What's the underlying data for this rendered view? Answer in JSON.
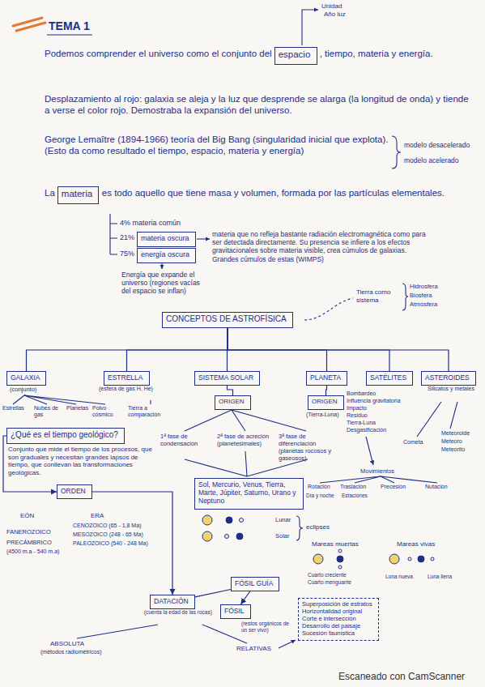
{
  "diagram": {
    "title": "TEMA 1",
    "nodes": [
      {
        "text": [
          "espacio"
        ]
      },
      {
        "text": [
          "materia"
        ]
      },
      {
        "text": [
          "materia oscura"
        ]
      },
      {
        "text": [
          "energía oscura"
        ]
      },
      {
        "text": [
          "CONCEPTOS DE ASTROFÍSICA"
        ]
      },
      {
        "text": [
          "GALAXIA"
        ]
      },
      {
        "text": [
          "ESTRELLA"
        ]
      },
      {
        "text": [
          "SISTEMA SOLAR"
        ]
      },
      {
        "text": [
          "PLANETA"
        ]
      },
      {
        "text": [
          "SATÉLITES"
        ]
      },
      {
        "text": [
          "ASTEROIDES"
        ]
      },
      {
        "text": [
          "ORIGEN"
        ]
      },
      {
        "text": [
          "ORIGEN"
        ]
      },
      {
        "text": [
          "¿Qué es el tiempo geológico?"
        ]
      },
      {
        "text": [
          "Sol, Mercurio, Venus, Tierra, Marte, Júpiter, Saturno, Urano y Neptuno"
        ]
      },
      {
        "text": [
          "ORDEN"
        ]
      },
      {
        "text": [
          "FÓSIL GUÍA"
        ]
      },
      {
        "text": [
          "DATACIÓN"
        ]
      },
      {
        "text": [
          "FÓSIL"
        ]
      },
      {
        "text": [
          "Superposición de estratos",
          "Horizontalidad original",
          "Corte e intersección",
          "Desarrollo del paisaje",
          "Sucesión faunística"
        ]
      }
    ],
    "edges": [
      {
        "from": 4,
        "to": 5,
        "arrow": "none"
      },
      {
        "from": 4,
        "to": 6,
        "arrow": "none"
      },
      {
        "from": 4,
        "to": 7,
        "arrow": "none"
      },
      {
        "from": 4,
        "to": 8,
        "arrow": "none"
      },
      {
        "from": 4,
        "to": 9,
        "arrow": "none"
      },
      {
        "from": 4,
        "to": 10,
        "arrow": "none"
      },
      {
        "from": 7,
        "to": 11,
        "arrow": "none"
      },
      {
        "from": 8,
        "to": 12,
        "arrow": "none"
      },
      {
        "from": 13,
        "to": 15,
        "arrow": "to"
      },
      {
        "from": 15,
        "to": 17,
        "arrow": "to"
      },
      {
        "from": 17,
        "to": 16,
        "arrow": "none"
      },
      {
        "from": 16,
        "to": 18,
        "arrow": "to"
      }
    ],
    "labels": [
      "Unidad",
      "Año luz",
      "Podemos comprender el universo como el conjunto del",
      ", tiempo, materia y energía.",
      "Desplazamiento al rojo: galaxia se aleja y la luz que desprende se alarga (la longitud de onda) y tiende a verse el color rojo. Demostraba la expansión del universo.",
      "George Lemaître (1894-1966) teoría del Big Bang (singularidad inicial que explota). (Esto da como resultado el tiempo, espacio, materia y energía)",
      "modelo desacelerado",
      "modelo acelerado",
      "La",
      "es todo aquello que tiene masa y volumen, formada por las partículas elementales.",
      "4% materia común",
      "21%",
      "75%",
      "materia que no refleja bastante radiación electromagnética como para ser detectada directamente. Su presencia se infiere a los efectos gravitacionales sobre materia visible, crea cúmulos de galaxias. Grandes cúmulos de estas (WIMPS)",
      "Energía que expande el universo (regiones vacías del espacio se inflan)",
      "Tierra como sistema",
      "Hidrosfera",
      "Biosfera",
      "Atmósfera",
      "(conjunto)",
      "(esfera de gas H, He)",
      "Silicatos y metales",
      "Estrellas",
      "Nubes de gas",
      "Planetas",
      "Polvo cósmico",
      "Tierra a comparación",
      "(Tierra-Luna)",
      "Bombardeo",
      "Influencia gravitatoria",
      "Impacto",
      "Residuo",
      "Tierra-Luna",
      "Desgasificación",
      "1ª fase de condensación",
      "2ª fase de acreción (planetesimales)",
      "3ª fase de diferenciación (planetas rocosos y gaseosos)",
      "Cometa",
      "Meteoroide",
      "Meteoro",
      "Meteorito",
      "Movimientos",
      "Rotación",
      "Traslación",
      "Precesión",
      "Nutación",
      "Día y noche",
      "Estaciones",
      "Conjunto que mide el tiempo de los procesos, que son graduales y necesitan grandes lapsos de tiempo, que conllevan las transformaciones geológicas.",
      "Lunar",
      "Solar",
      "eclipses",
      "EÓN",
      "FANEROZOICO",
      "PRECÁMBRICO",
      "(4500 m.a - 540 m.a)",
      "ERA",
      "CENOZOICO (65 - 1,8 Ma)",
      "MESOZOICO (248 - 65 Ma)",
      "PALEOZOICO (540 - 248 Ma)",
      "Mareas muertas",
      "Mareas vivas",
      "Cuarto creciente",
      "Cuarto menguante",
      "Luna nueva",
      "Luna llena",
      "(cuenta la edad de las rocas)",
      "(restos orgánicos de un ser vivo)",
      "ABSOLUTA",
      "(métodos radiométricos)",
      "RELATIVAS",
      "Escaneado con CamScanner"
    ]
  }
}
